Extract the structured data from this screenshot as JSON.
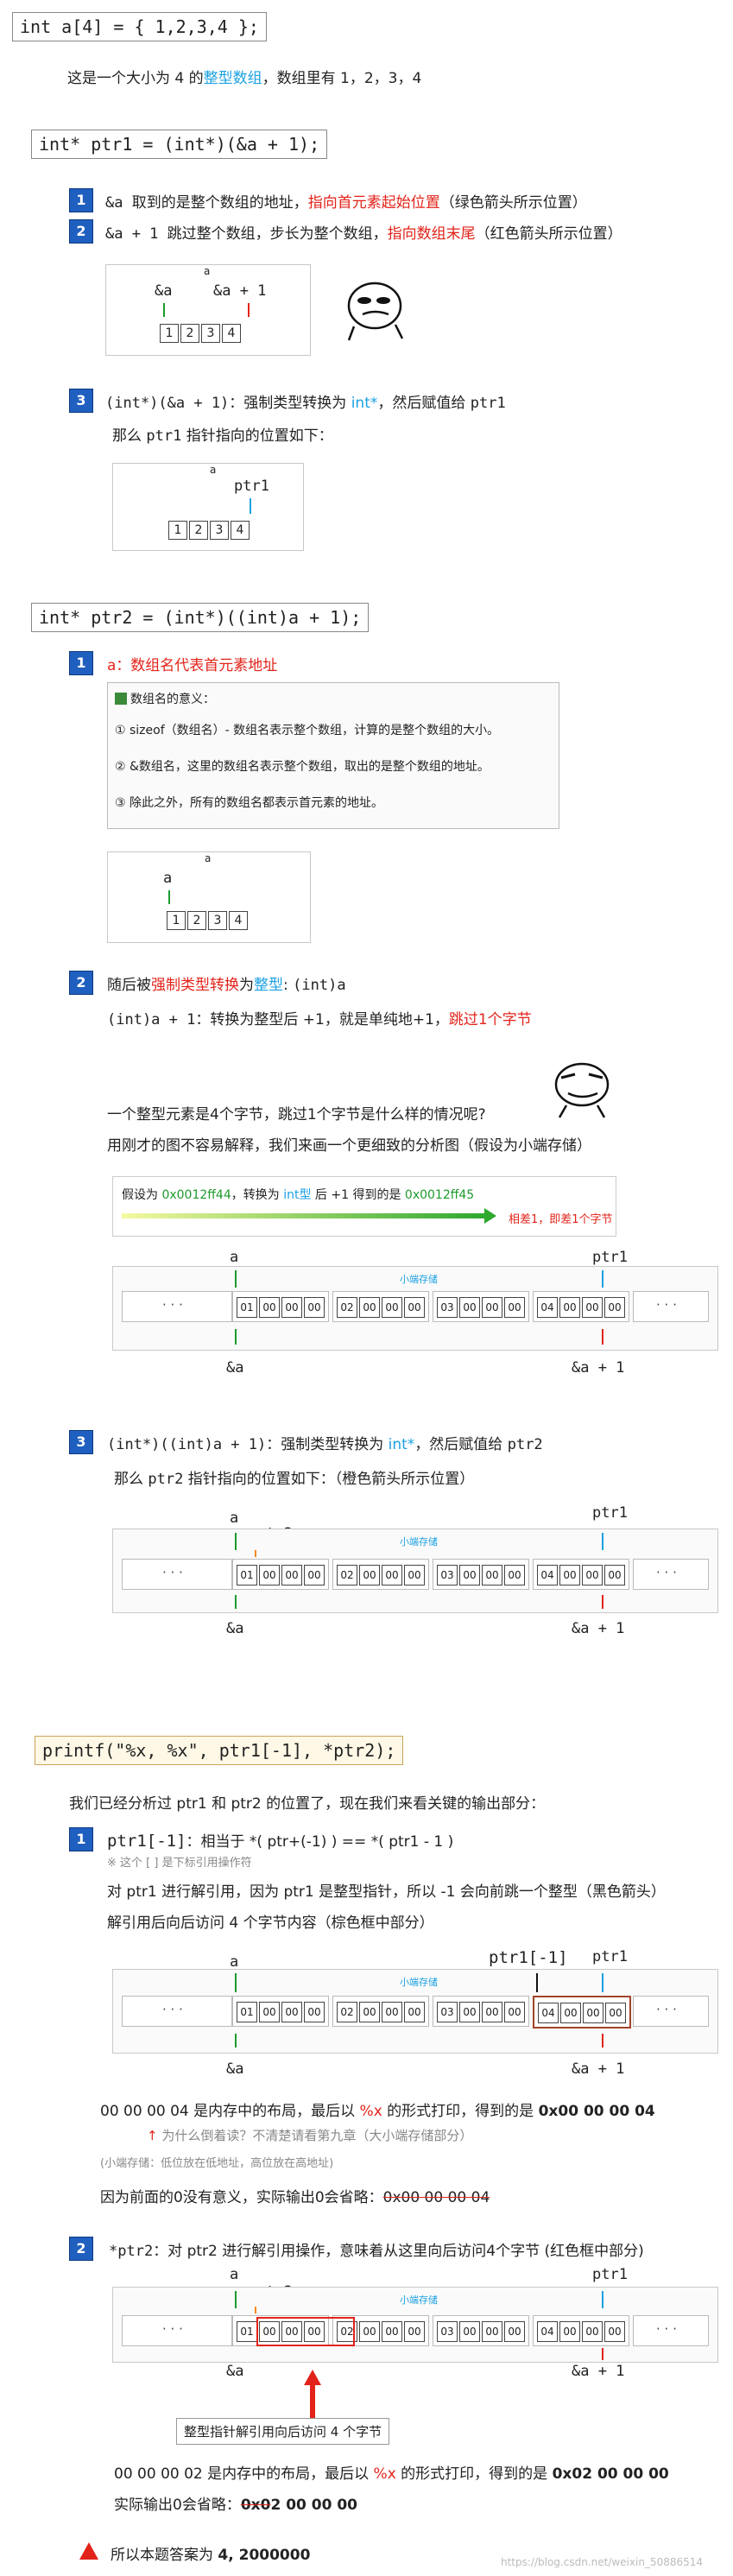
{
  "section1": {
    "code": "int a[4] = { 1,2,3,4 };",
    "desc_pre": "这是一个大小为 4 的",
    "desc_hl": "整型数组",
    "desc_post": "，数组里有 1，2，3，4"
  },
  "section2": {
    "code": "int* ptr1 = (int*)(&a + 1);",
    "step1_num": "1",
    "step1_pre": "&a  取到的是整个数组的地址，",
    "step1_hl": "指向首元素起始位置",
    "step1_post": "（绿色箭头所示位置）",
    "step2_num": "2",
    "step2_pre": "&a + 1  跳过整个数组，步长为整个数组，",
    "step2_hl": "指向数组末尾",
    "step2_post": "（红色箭头所示位置）",
    "diag1_top": "a",
    "diag1_left": "&a",
    "diag1_right": "&a + 1",
    "cells": [
      "1",
      "2",
      "3",
      "4"
    ],
    "step3_num": "3",
    "step3_code": "(int*)(&a + 1)",
    "step3_mid": "：强制类型转换为 ",
    "step3_hl": "int*",
    "step3_post": "，然后赋值给 ",
    "step3_var": "ptr1",
    "step3_line2_pre": "那么 ",
    "step3_line2_var": "ptr1",
    "step3_line2_post": " 指针指向的位置如下：",
    "diag2_top": "a",
    "diag2_ptr": "ptr1"
  },
  "section3": {
    "code": "int* ptr2 = (int*)((int)a + 1);",
    "step1_num": "1",
    "step1_code": "a",
    "step1_hl": "：数组名代表首元素地址",
    "note_title": "数组名的意义：",
    "note_items": [
      "① sizeof（数组名）- 数组名表示整个数组，计算的是整个数组的大小。",
      "② &数组名，这里的数组名表示整个数组，取出的是整个数组的地址。",
      "③ 除此之外，所有的数组名都表示首元素的地址。"
    ],
    "diag_top": "a",
    "diag_a": "a",
    "step2_num": "2",
    "step2_pre": "随后被",
    "step2_hl1": "强制类型转换",
    "step2_mid": "为",
    "step2_hl2": "整型",
    "step2_post": ": ",
    "step2_code": "(int)a",
    "step2b_code": "(int)a + 1",
    "step2b_mid": "：转换为整型后 +1，就是单纯地+1，",
    "step2b_hl": "跳过1个字节",
    "q_line1": "一个整型元素是4个字节，跳过1个字节是什么样的情况呢?",
    "q_line2": "用刚才的图不容易解释，我们来画一个更细致的分析图（假设为小端存储）",
    "assume_pre": "假设为 ",
    "assume_addr1": "0x0012ff44",
    "assume_mid": "，转换为 ",
    "assume_int": "int型",
    "assume_mid2": " 后 +1 得到的是 ",
    "assume_addr2": "0x0012ff45",
    "assume_diff": "相差1，即差1个字节",
    "mem_title": "小端存储",
    "mem_a": "a",
    "mem_ptr1": "ptr1",
    "mem_amp_a": "&a",
    "mem_amp_a1": "&a + 1",
    "mem_dots": "· · ·",
    "groups": [
      [
        "01",
        "00",
        "00",
        "00"
      ],
      [
        "02",
        "00",
        "00",
        "00"
      ],
      [
        "03",
        "00",
        "00",
        "00"
      ],
      [
        "04",
        "00",
        "00",
        "00"
      ]
    ],
    "step3_num": "3",
    "step3_code": "(int*)((int)a + 1)",
    "step3_mid": "：强制类型转换为 ",
    "step3_hl": "int*",
    "step3_post": "，然后赋值给 ",
    "step3_var": "ptr2",
    "step3_line2_pre": "那么 ",
    "step3_line2_var": "ptr2",
    "step3_line2_post": " 指针指向的位置如下：（橙色箭头所示位置）",
    "mem2_ptr2": "ptr2"
  },
  "section4": {
    "code": "printf(\"%x, %x\", ptr1[-1], *ptr2);",
    "intro": "我们已经分析过 ptr1 和 ptr2 的位置了，现在我们来看关键的输出部分：",
    "step1_num": "1",
    "step1_code": "ptr1[-1]",
    "step1_post": "：相当于 *( ptr+(-1) ) == *( ptr1 - 1 )",
    "step1_note": "※ 这个 [ ] 是下标引用操作符",
    "step1_line3": "对 ptr1 进行解引用，因为 ptr1 是整型指针，所以 -1 会向前跳一个整型（黑色箭头）",
    "step1_line4": "解引用后向后访问 4 个字节内容（棕色框中部分）",
    "mem3_ptr1m1": "ptr1[-1]",
    "out1_pre": "00 00 00 04  是内存中的布局，最后以 ",
    "out1_fmt": "%x",
    "out1_mid": " 的形式打印，得到的是 ",
    "out1_result": "0x00 00 00 04",
    "out1_why": "为什么倒着读？不清楚请看第九章（大小端存储部分）",
    "out1_small": "(小端存储：低位放在低地址，高位放在高地址)",
    "out1_omit_pre": "因为前面的0没有意义，实际输出0会省略：",
    "out1_omit": "0x00 00 00 04",
    "step2_num": "2",
    "step2_code": "*ptr2",
    "step2_post": "：对 ptr2 进行解引用操作，意味着从这里向后访问4个字节 (红色框中部分)",
    "mem4_label": "整型指针解引用向后访问 4 个字节",
    "out2_pre": "00 00 00 02 是内存中的布局，最后以 ",
    "out2_fmt": "%x",
    "out2_mid": " 的形式打印，得到的是 ",
    "out2_result": "0x02 00 00 00",
    "out2_omit_pre": "实际输出0会省略：",
    "out2_omit_struck": "0x0",
    "out2_omit_rest": "2 00 00 00",
    "final_pre": "所以本题答案为 ",
    "final_answer": "4, 2000000",
    "watermark": "https://blog.csdn.net/weixin_50886514"
  },
  "colors": {
    "accent_blue": "#1f5fbf",
    "red": "#e2231a",
    "cyan": "#1ba1e2",
    "green": "#1d9a2c",
    "orange": "#f08a1c",
    "brown": "#a0442a"
  }
}
